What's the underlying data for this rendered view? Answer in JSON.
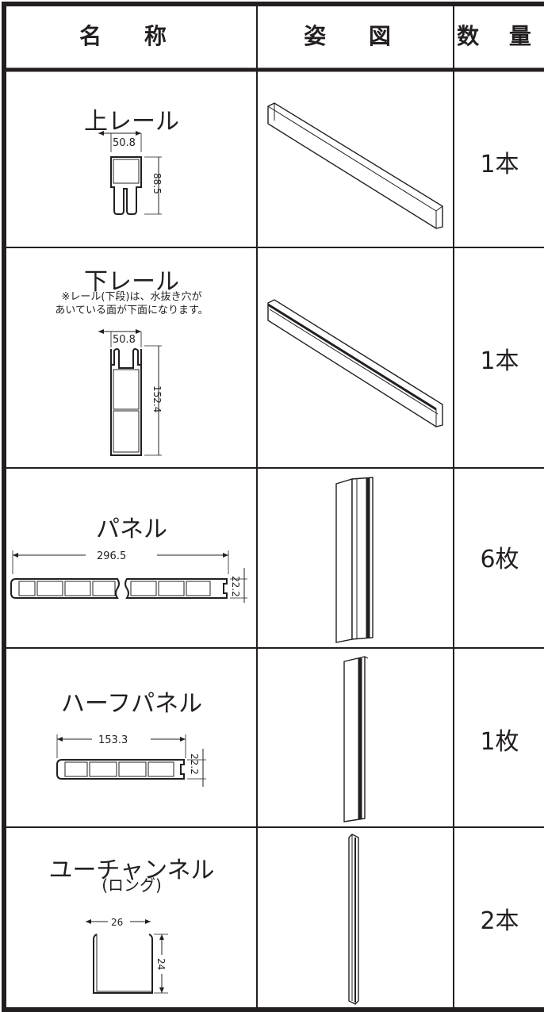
{
  "headers": {
    "name": "名 称",
    "figure": "姿 図",
    "quantity": "数 量"
  },
  "rows": [
    {
      "name": "上レール",
      "note": "",
      "dims": [
        "50.8",
        "88.5"
      ],
      "quantity": "1本"
    },
    {
      "name": "下レール",
      "note_line1": "※レール(下段)は、水抜き穴が",
      "note_line2": "あいている面が下面になります。",
      "dims": [
        "50.8",
        "152.4"
      ],
      "quantity": "1本"
    },
    {
      "name": "パネル",
      "dims": [
        "296.5",
        "22.2"
      ],
      "quantity": "6枚"
    },
    {
      "name": "ハーフパネル",
      "dims": [
        "153.3",
        "22.2"
      ],
      "quantity": "1枚"
    },
    {
      "name": "ユーチャンネル",
      "subname": "(ロング)",
      "dims": [
        "26",
        "24"
      ],
      "quantity": "2本"
    }
  ]
}
